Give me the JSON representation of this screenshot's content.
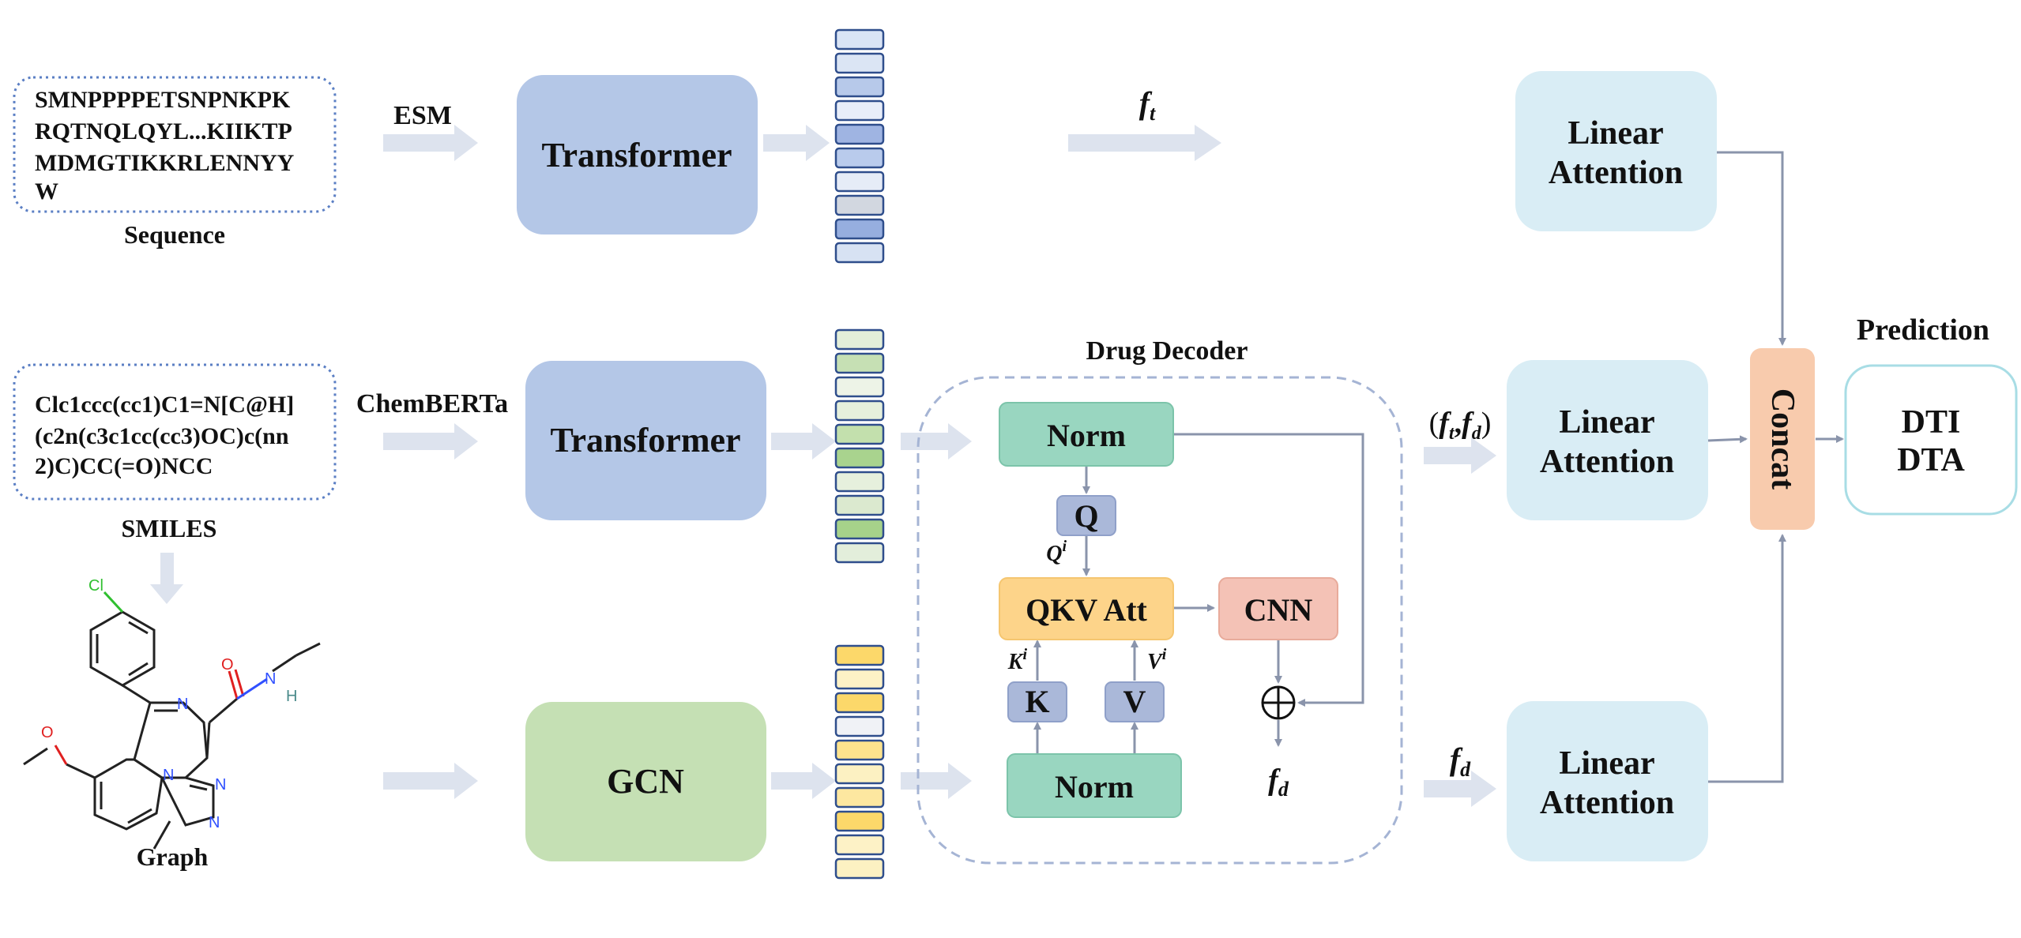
{
  "inputs": {
    "sequence": {
      "lines": [
        "SMNPPPPETSNPNKPK",
        "RQTNQLQYL...KIIKTP",
        "MDMGTIKKRLENNYY",
        "W"
      ],
      "caption": "Sequence",
      "encoder_label": "ESM"
    },
    "smiles": {
      "lines": [
        "Clc1ccc(cc1)C1=N[C@H]",
        "(c2n(c3c1cc(cc3)OC)c(nn",
        "2)C)CC(=O)NCC"
      ],
      "caption": "SMILES",
      "encoder_label": "ChemBERTa"
    },
    "graph": {
      "caption": "Graph",
      "atoms": {
        "cl": "Cl",
        "o_carbonyl": "O",
        "n_amide": "N",
        "h_amide": "H",
        "n_ring": "N",
        "o_methoxy": "O",
        "n_a": "N",
        "n_b": "N",
        "n_c": "N"
      }
    }
  },
  "encoders": {
    "transformer_protein": "Transformer",
    "transformer_drug": "Transformer",
    "gcn": "GCN"
  },
  "decoder": {
    "title": "Drug Decoder",
    "norm_top": "Norm",
    "norm_bottom": "Norm",
    "q": "Q",
    "k": "K",
    "v": "V",
    "qkv_att": "QKV Att",
    "cnn": "CNN",
    "q_sup": {
      "base": "Q",
      "sup": "i"
    },
    "k_sup": {
      "base": "K",
      "sup": "i"
    },
    "v_sup": {
      "base": "V",
      "sup": "i"
    },
    "output": {
      "base": "f",
      "sub": "d"
    },
    "plus": "⊕"
  },
  "features": {
    "ft": {
      "base": "f",
      "sub": "t"
    },
    "ftfd": {
      "open": "(",
      "f1": "f",
      "s1": "t",
      "comma": ",",
      "f2": "f",
      "s2": "d",
      "close": ")"
    },
    "fd": {
      "base": "f",
      "sub": "d"
    }
  },
  "attention": {
    "top": [
      "Linear",
      "Attention"
    ],
    "mid": [
      "Linear",
      "Attention"
    ],
    "bottom": [
      "Linear",
      "Attention"
    ]
  },
  "concat": "Concat",
  "prediction": {
    "title": "Prediction",
    "outputs": [
      "DTI",
      "DTA"
    ]
  },
  "colors": {
    "transformer": "#b4c7e7",
    "gcn": "#c5e0b4",
    "norm": "#99d6c0",
    "qkv": "#fdd48a",
    "cnn": "#f4c2b6",
    "qkv_small": "#aab8d9",
    "attention": "#d9edf5",
    "concat": "#f8cbad",
    "arrow_light": "#dde3ee",
    "arrow_dark": "#8a94ab",
    "embed_protein": [
      "#d9e4f5",
      "#dbe5f4",
      "#b7c9ea",
      "#e8eef9",
      "#9fb4e2",
      "#b9cbec",
      "#e6ecf7",
      "#d2d7e0",
      "#96aedf",
      "#d7e2f3"
    ],
    "embed_drug": [
      "#e3efd9",
      "#c6e0b4",
      "#edf3e7",
      "#e5f0dc",
      "#c3e0ad",
      "#a9d38e",
      "#e6f0dd",
      "#dbe9cf",
      "#a6d28a",
      "#e3eedb"
    ],
    "embed_graph": [
      "#fcd86a",
      "#fdf2c6",
      "#fcd86a",
      "#f0f2f6",
      "#fde38d",
      "#fcf1c2",
      "#fde7a0",
      "#fcd86a",
      "#fdf2c6",
      "#fcf1c2"
    ]
  }
}
